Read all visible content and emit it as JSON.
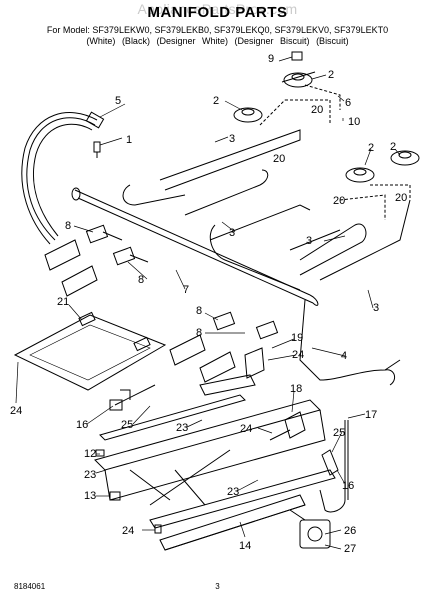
{
  "watermark": "AppliancePartsPros.com",
  "title": "MANIFOLD PARTS",
  "models": {
    "prefix": "For Model:",
    "list": "SF379LEKW0, SF379LEKB0, SF379LEKQ0, SF379LEKV0, SF379LEKT0",
    "variants": [
      "(White)",
      "(Black)",
      "(Designer White)",
      "(Designer Biscuit)",
      "(Biscuit)"
    ]
  },
  "callouts": [
    "1",
    "2",
    "3",
    "4",
    "5",
    "6",
    "7",
    "8",
    "9",
    "10",
    "12",
    "13",
    "14",
    "16",
    "17",
    "18",
    "19",
    "20",
    "21",
    "23",
    "24",
    "25",
    "26",
    "27"
  ],
  "footer": {
    "doc_number": "8184061",
    "page": "3"
  }
}
